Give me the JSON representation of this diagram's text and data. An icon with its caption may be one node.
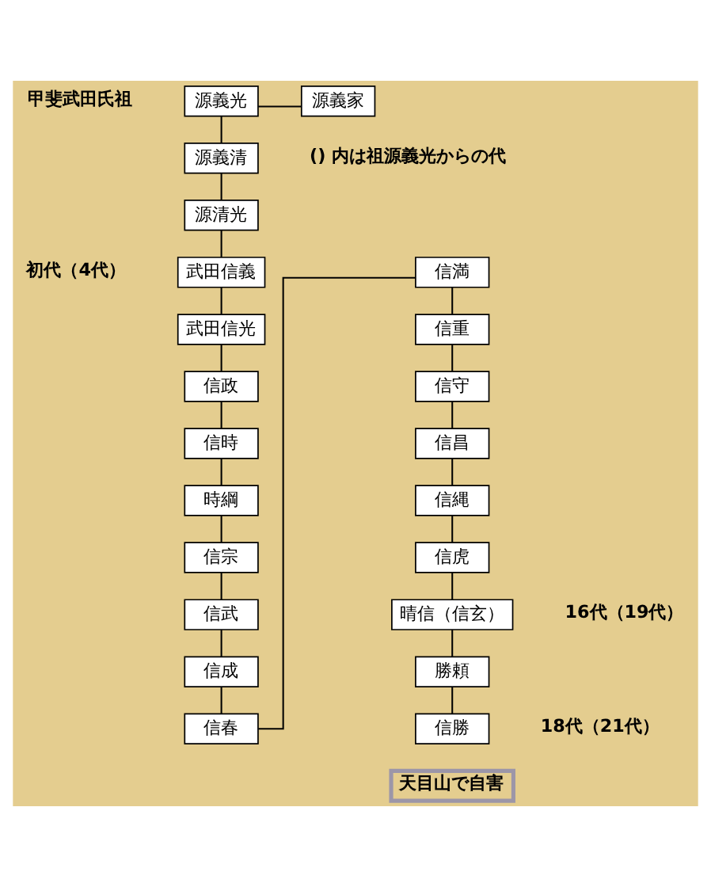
{
  "diagram": {
    "nodes": [
      {
        "text": [
          "源義光"
        ],
        "beside": [
          "甲斐武田氏祖"
        ]
      },
      {
        "text": [
          "源義家"
        ]
      },
      {
        "text": [
          "源義清"
        ]
      },
      {
        "text": [
          "源清光"
        ]
      },
      {
        "text": [
          "武田信義"
        ],
        "beside": [
          "初代（4代）"
        ]
      },
      {
        "text": [
          "武田信光"
        ]
      },
      {
        "text": [
          "信政"
        ]
      },
      {
        "text": [
          "信時"
        ]
      },
      {
        "text": [
          "時綱"
        ]
      },
      {
        "text": [
          "信宗"
        ]
      },
      {
        "text": [
          "信武"
        ]
      },
      {
        "text": [
          "信成"
        ]
      },
      {
        "text": [
          "信春"
        ]
      },
      {
        "text": [
          "信満"
        ]
      },
      {
        "text": [
          "信重"
        ]
      },
      {
        "text": [
          "信守"
        ]
      },
      {
        "text": [
          "信昌"
        ]
      },
      {
        "text": [
          "信縄"
        ]
      },
      {
        "text": [
          "信虎"
        ]
      },
      {
        "text": [
          "晴信（信玄）"
        ],
        "beside": [
          "16代（19代）"
        ]
      },
      {
        "text": [
          "勝頼"
        ]
      },
      {
        "text": [
          "信勝"
        ],
        "beside": [
          "18代（21代）"
        ]
      },
      {
        "text": [
          "天目山で自害"
        ]
      }
    ],
    "edges": [
      {
        "from": 0,
        "to": 1,
        "arrow": "none"
      },
      {
        "from": 0,
        "to": 2,
        "arrow": "none"
      },
      {
        "from": 2,
        "to": 3,
        "arrow": "none"
      },
      {
        "from": 3,
        "to": 4,
        "arrow": "none"
      },
      {
        "from": 4,
        "to": 5,
        "arrow": "none"
      },
      {
        "from": 5,
        "to": 6,
        "arrow": "none"
      },
      {
        "from": 6,
        "to": 7,
        "arrow": "none"
      },
      {
        "from": 7,
        "to": 8,
        "arrow": "none"
      },
      {
        "from": 8,
        "to": 9,
        "arrow": "none"
      },
      {
        "from": 9,
        "to": 10,
        "arrow": "none"
      },
      {
        "from": 10,
        "to": 11,
        "arrow": "none"
      },
      {
        "from": 11,
        "to": 12,
        "arrow": "none"
      },
      {
        "from": 12,
        "to": 13,
        "arrow": "none"
      },
      {
        "from": 13,
        "to": 14,
        "arrow": "none"
      },
      {
        "from": 14,
        "to": 15,
        "arrow": "none"
      },
      {
        "from": 15,
        "to": 16,
        "arrow": "none"
      },
      {
        "from": 16,
        "to": 17,
        "arrow": "none"
      },
      {
        "from": 17,
        "to": 18,
        "arrow": "none"
      },
      {
        "from": 18,
        "to": 19,
        "arrow": "none"
      },
      {
        "from": 19,
        "to": 20,
        "arrow": "none"
      },
      {
        "from": 20,
        "to": 21,
        "arrow": "none"
      }
    ],
    "labels": [
      "() 内は祖源義光からの代"
    ]
  }
}
